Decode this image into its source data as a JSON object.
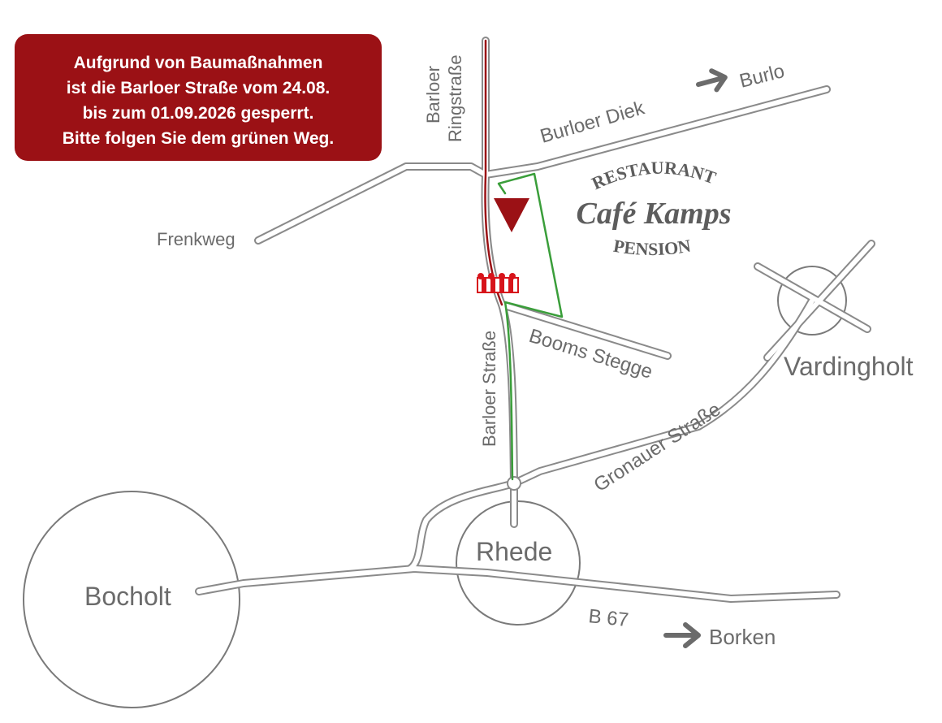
{
  "notice": {
    "lines": [
      "Aufgrund von Baumaßnahmen",
      "ist die Barloer Straße vom 24.08.",
      "bis zum 01.09.2026 gesperrt.",
      "Bitte folgen Sie dem grünen Weg."
    ]
  },
  "labels": {
    "barloer_ringstrasse_1": "Barloer",
    "barloer_ringstrasse_2": "Ringstraße",
    "burloer_diek": "Burloer Diek",
    "burlo": "Burlo",
    "frenkweg": "Frenkweg",
    "barloer_strasse": "Barloer Straße",
    "booms_stegge": "Booms Stegge",
    "vardingholt": "Vardingholt",
    "gronauer_strasse": "Gronauer Straße",
    "rhede": "Rhede",
    "bocholt": "Bocholt",
    "b67": "B 67",
    "borken": "Borken"
  },
  "logo": {
    "top": "RESTAURANT",
    "middle": "Café Kamps",
    "bottom": "PENSION"
  },
  "colors": {
    "notice_bg": "#9b1115",
    "road_outline": "#8a8a8a",
    "detour": "#3a9e3a",
    "closed_road": "#9b1115",
    "marker": "#9b1115",
    "barrier": "#d7141b",
    "label": "#6b6b6b"
  },
  "icons": {
    "location_marker": "triangle-down-marker",
    "road_closure": "road-barrier",
    "direction": "arrow-right"
  }
}
